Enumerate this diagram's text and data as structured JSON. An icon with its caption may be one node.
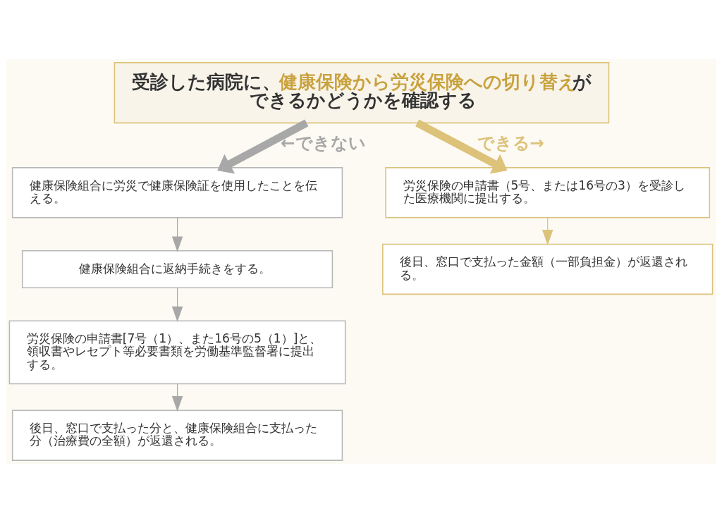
{
  "diagram": {
    "nodes": [
      {
        "text": [
          "受診した病院に、**健康保険から労災保険への切り替え**ができるかどうかを確認する"
        ]
      },
      {
        "text": [
          "健康保険組合に労災で健康保険証を使用したことを伝える。"
        ]
      },
      {
        "text": [
          "健康保険組合に返納手続きをする。"
        ]
      },
      {
        "text": [
          "労災保険の申請書[7号（1）、また16号の5（1）]と、領収書やレセプト等必要書類を労働基準監督署に提出する。"
        ]
      },
      {
        "text": [
          "後日、窓口で支払った分と、健康保険組合に支払った分（治療費の全額）が返還される。"
        ]
      },
      {
        "text": [
          "労災保険の申請書（5号、または16号の3）を受診した医療機関に提出する。"
        ]
      },
      {
        "text": [
          "後日、窓口で支払った金額（一部負担金）が返還される。"
        ]
      }
    ],
    "edges": [
      {
        "from": 0,
        "to": 1,
        "arrow": "to",
        "label": "←できない",
        "style": "thick"
      },
      {
        "from": 0,
        "to": 5,
        "arrow": "to",
        "label": "できる→",
        "style": "thick",
        "color": "#ddc27a"
      },
      {
        "from": 1,
        "to": 2,
        "arrow": "to"
      },
      {
        "from": 2,
        "to": 3,
        "arrow": "to"
      },
      {
        "from": 3,
        "to": 4,
        "arrow": "to"
      },
      {
        "from": 5,
        "to": 6,
        "arrow": "to",
        "color": "#ddc27a"
      }
    ]
  }
}
